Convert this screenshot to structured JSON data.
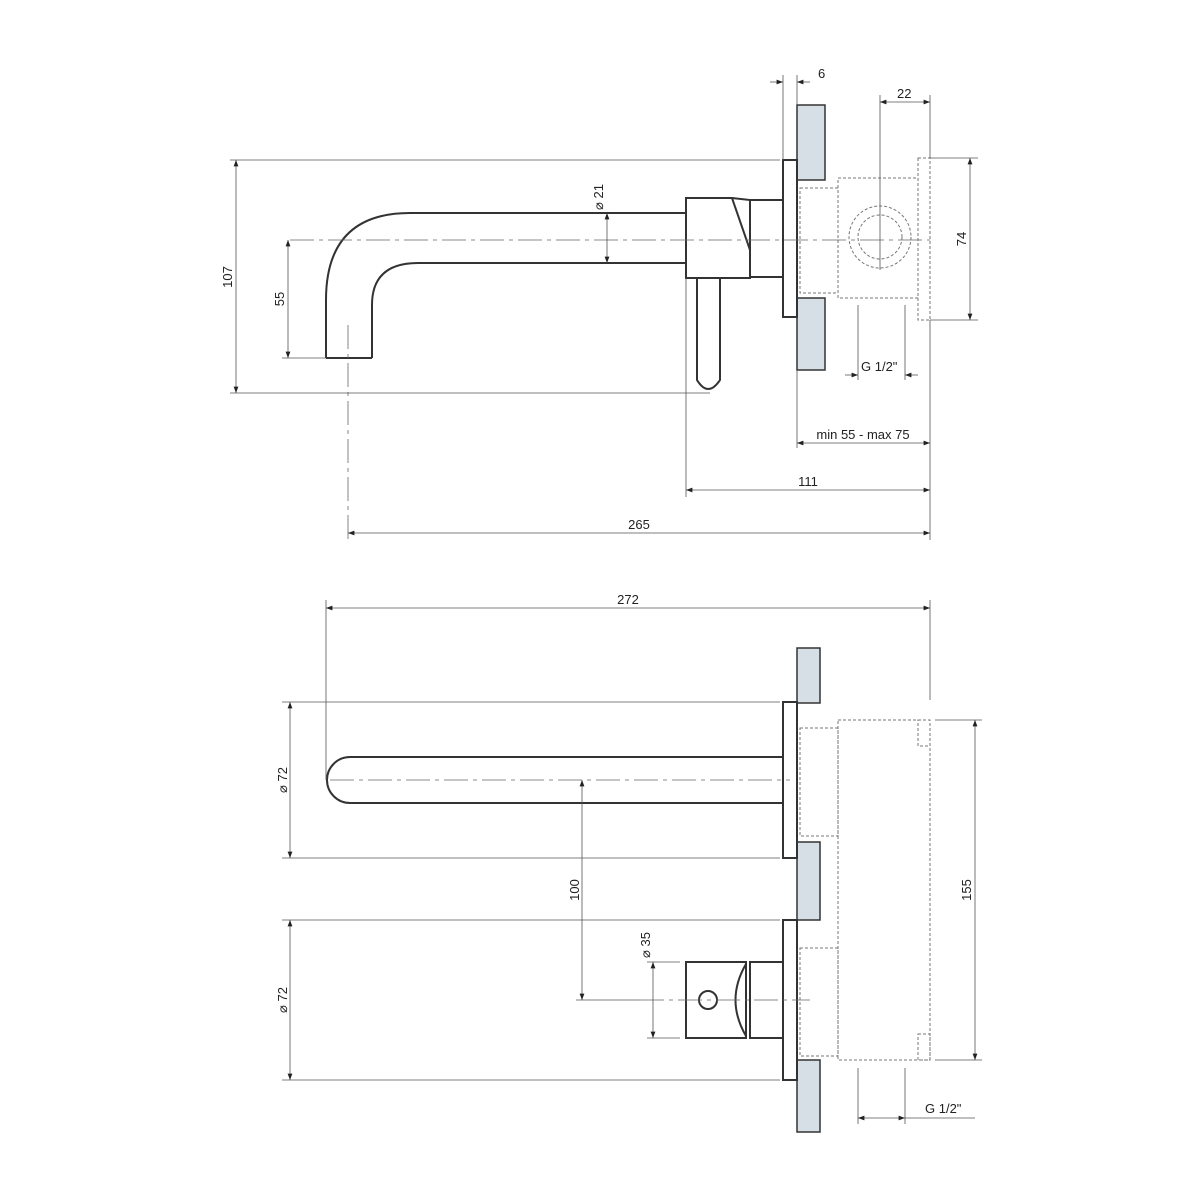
{
  "top_view": {
    "dim_plate": "6",
    "dim_box_depth": "22",
    "dim_height_total": "107",
    "dim_spout_drop": "55",
    "dim_spout_diameter": "⌀ 21",
    "dim_box_height": "74",
    "dim_connection": "G 1/2\"",
    "dim_install_depth": "min 55 - max 75",
    "dim_handle_projection": "111",
    "dim_spout_projection": "265"
  },
  "bottom_view": {
    "dim_total_length": "272",
    "dim_spout_plate_diameter": "⌀ 72",
    "dim_center_distance": "100",
    "dim_handle_diameter": "⌀ 35",
    "dim_handle_plate_diameter": "⌀ 72",
    "dim_box_height": "155",
    "dim_connection": "G 1/2\""
  }
}
